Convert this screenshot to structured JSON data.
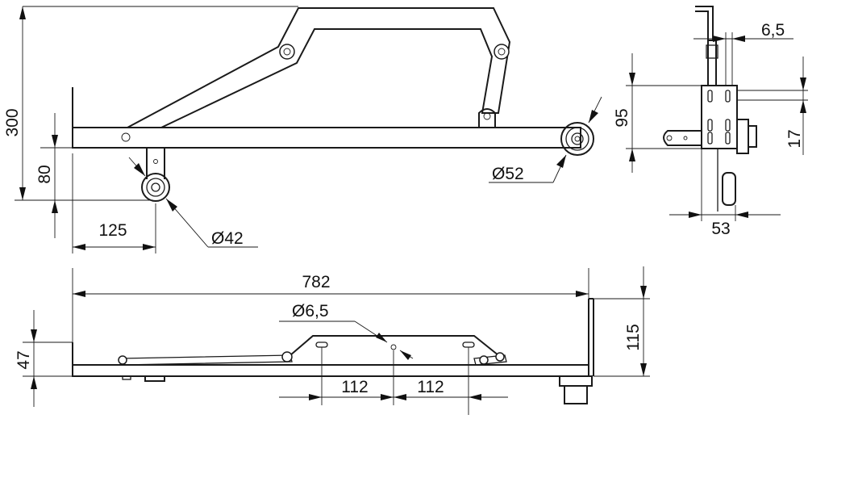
{
  "diagram": {
    "side_view": {
      "height_total": "300",
      "height_axle": "80",
      "axle_offset": "125",
      "small_wheel_dia": "Ø42",
      "large_wheel_dia": "Ø52"
    },
    "end_view": {
      "plate_thickness": "6,5",
      "plate_height": "95",
      "wheel_offset": "17",
      "width": "53"
    },
    "plan_view": {
      "length": "782",
      "hole_dia": "Ø6,5",
      "height_left": "47",
      "height_right": "115",
      "hole_spacing_left": "112",
      "hole_spacing_right": "112"
    }
  }
}
